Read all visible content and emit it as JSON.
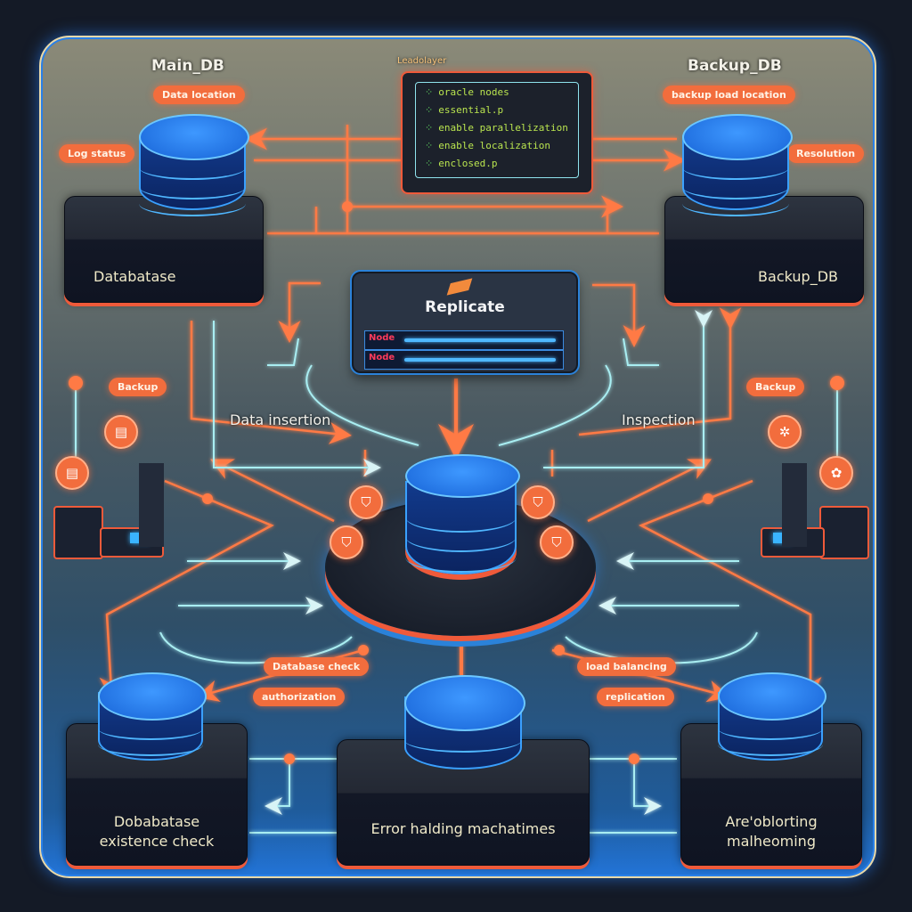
{
  "diagram": {
    "top_heading": "Leadolayer",
    "main_db": {
      "title": "Main_DB",
      "tag": "Data location",
      "side_tag": "Log status",
      "slab_label": "Databatase"
    },
    "backup_db": {
      "title": "Backup_DB",
      "tag": "backup load location",
      "side_tag": "Resolution",
      "slab_label": "Backup_DB"
    },
    "log_terminal": {
      "lines": [
        "oracle nodes",
        "essential.p",
        "enable parallelization",
        "enable localization",
        "enclosed.p"
      ]
    },
    "replica": {
      "title": "Replicate",
      "rows": [
        {
          "tag": "Node"
        },
        {
          "tag": "Node"
        }
      ]
    },
    "flow_labels": {
      "left": "Data insertion",
      "right": "Inspection"
    },
    "side_nodes": {
      "left_tag": "Backup",
      "right_tag": "Backup"
    },
    "bottom_tags": {
      "left": [
        "Database check",
        "authorization"
      ],
      "right": [
        "load balancing",
        "replication"
      ]
    },
    "bottom_nodes": [
      {
        "label_line1": "Dobabatase",
        "label_line2": "existence check"
      },
      {
        "label_line1": "Error halding machatimes",
        "label_line2": ""
      },
      {
        "label_line1": "Are'oblorting",
        "label_line2": "malheoming"
      }
    ],
    "colors": {
      "accent_orange": "#f26d3d",
      "db_blue": "#2e86f0",
      "connector_cyan": "#9fe8f0",
      "slab_dark": "#161b28",
      "terminal_green": "#b9e44f"
    }
  }
}
